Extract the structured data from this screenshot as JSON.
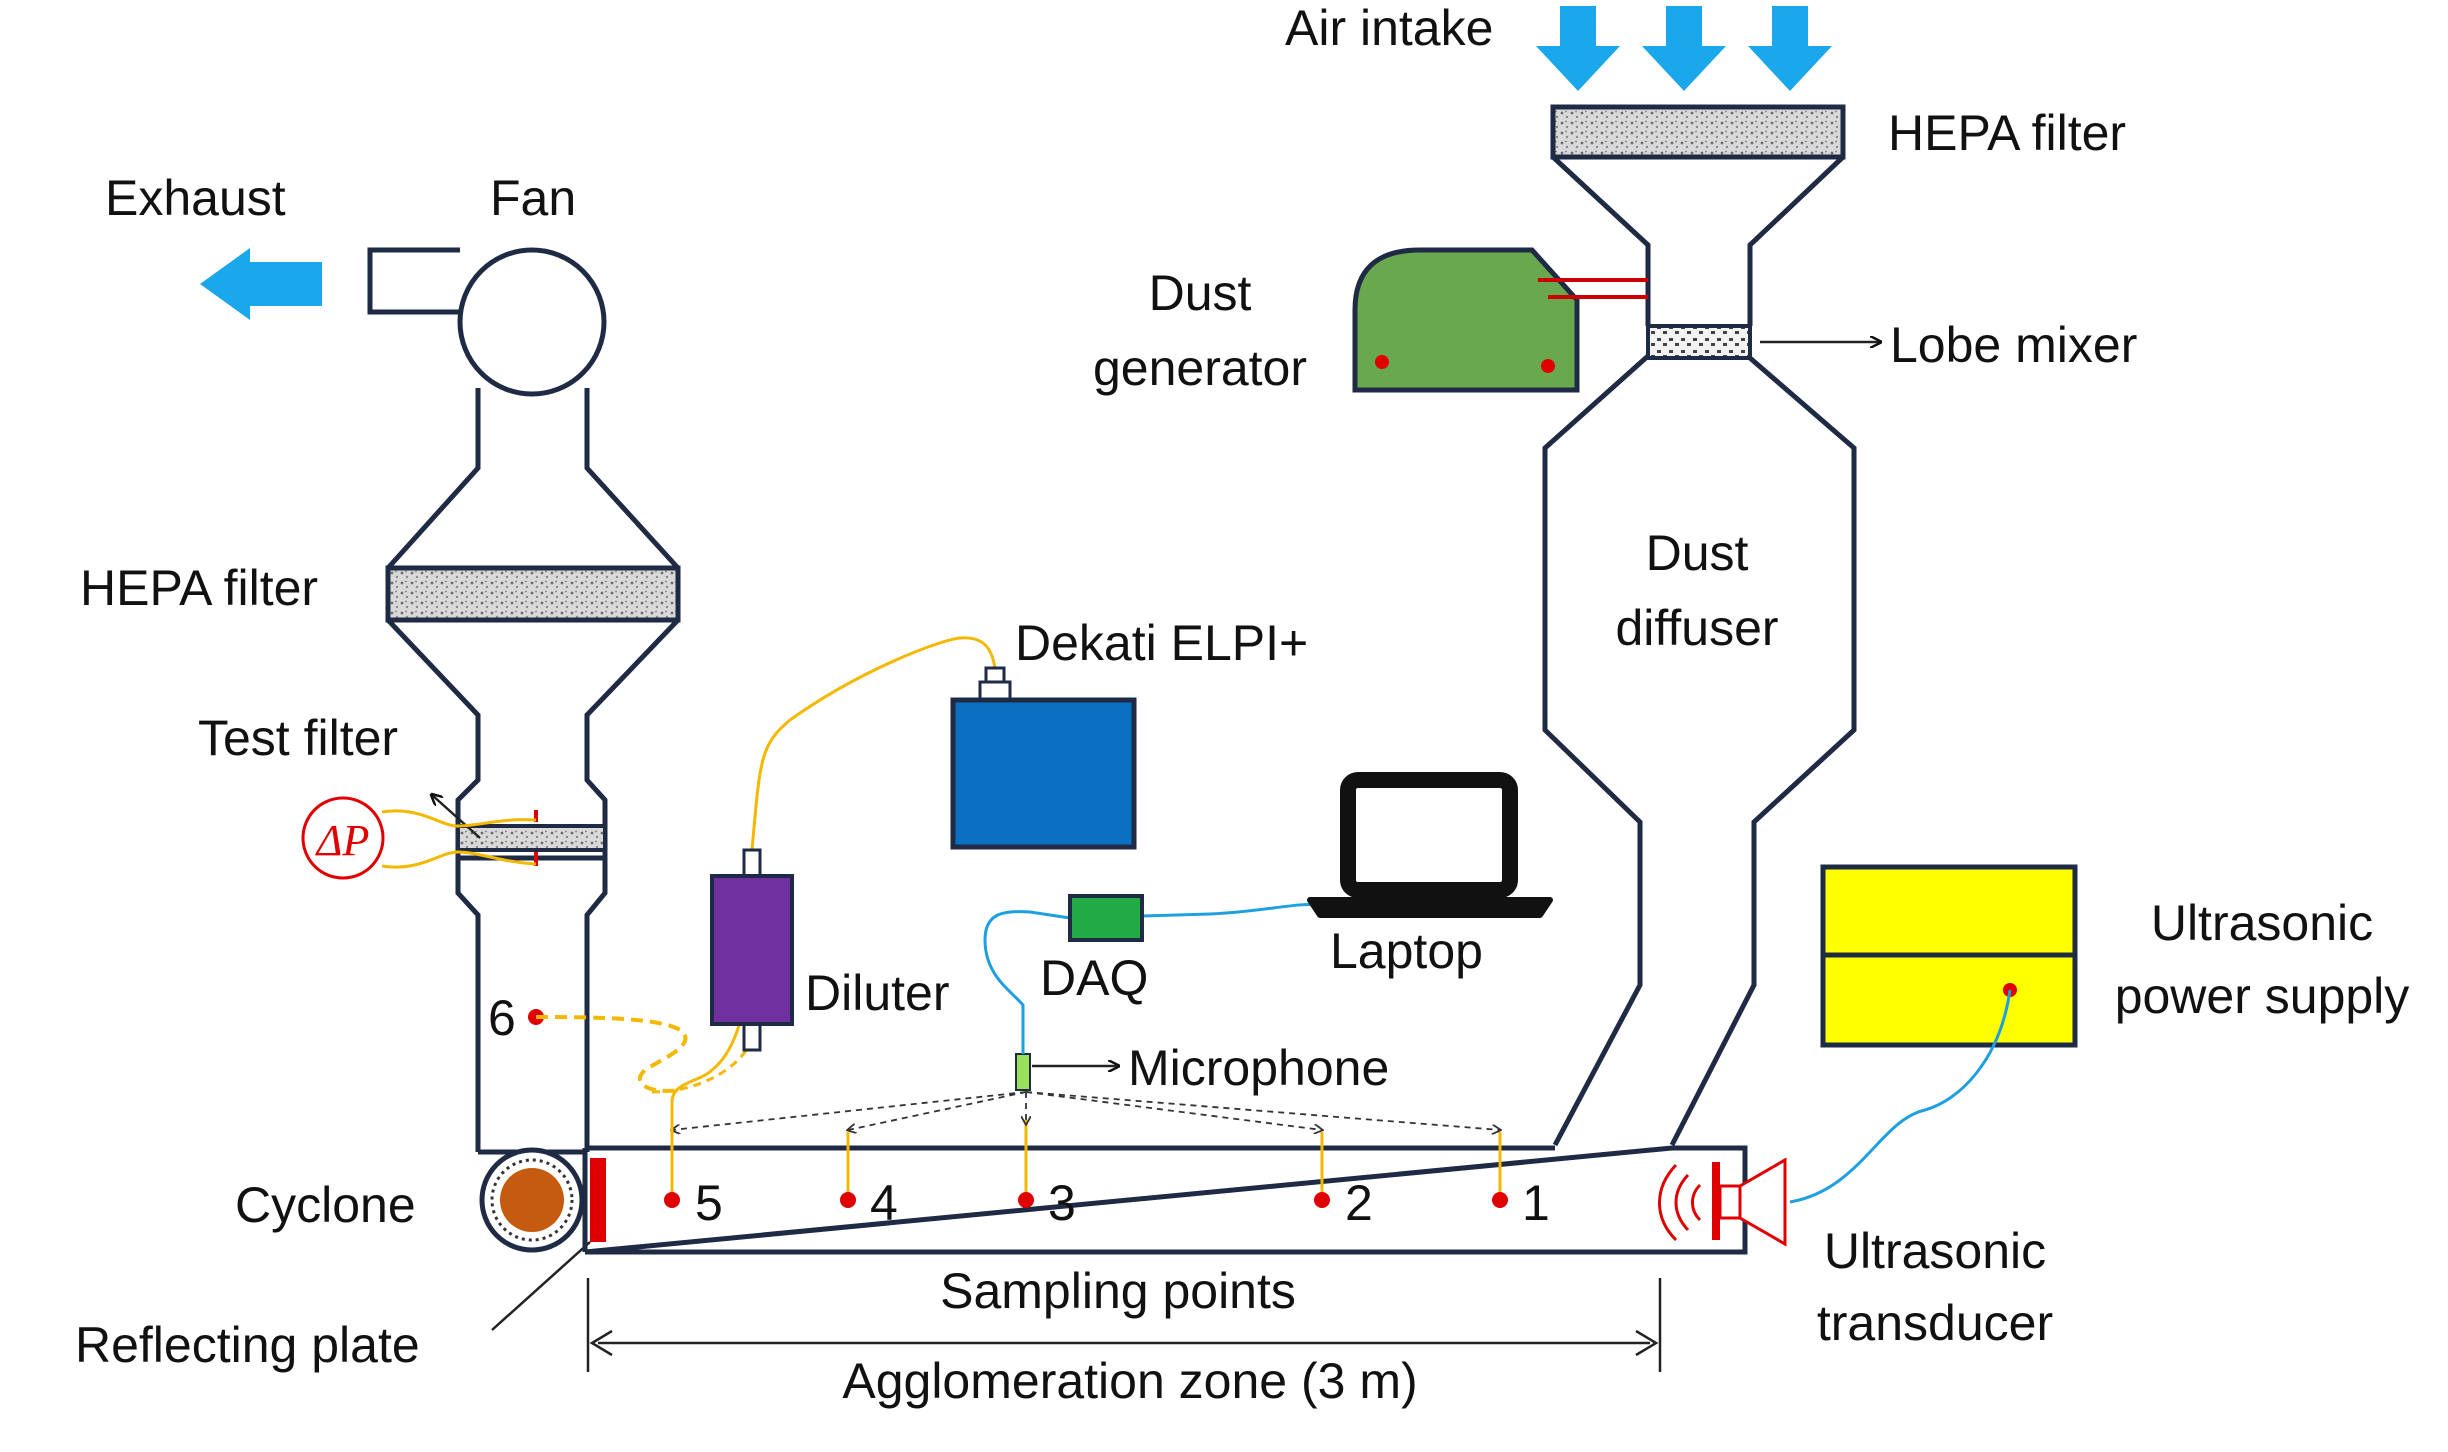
{
  "labels": {
    "air_intake": "Air intake",
    "hepa_top": "HEPA filter",
    "exhaust": "Exhaust",
    "fan": "Fan",
    "dust_generator_1": "Dust",
    "dust_generator_2": "generator",
    "lobe_mixer": "Lobe mixer",
    "hepa_left": "HEPA filter",
    "dust_diffuser_1": "Dust",
    "dust_diffuser_2": "diffuser",
    "dekati": "Dekati ELPI+",
    "test_filter": "Test filter",
    "delta_p": "ΔP",
    "laptop": "Laptop",
    "daq": "DAQ",
    "diluter": "Diluter",
    "ultrasonic_ps_1": "Ultrasonic",
    "ultrasonic_ps_2": "power supply",
    "microphone": "Microphone",
    "point_6": "6",
    "point_5": "5",
    "point_4": "4",
    "point_3": "3",
    "point_2": "2",
    "point_1": "1",
    "cyclone": "Cyclone",
    "ultrasonic_tr_1": "Ultrasonic",
    "ultrasonic_tr_2": "transducer",
    "sampling_points": "Sampling points",
    "reflecting_plate": "Reflecting plate",
    "agglomeration_zone": "Agglomeration zone (3 m)"
  },
  "colors": {
    "arrow_blue": "#1aa7ec",
    "duct": "#1f2a44",
    "filter_fill": "#cfcfcf",
    "dust_generator": "#6aa84f",
    "elpi": "#0b6fc2",
    "daq": "#22aa44",
    "diluter": "#7030a0",
    "power_supply": "#ffff00",
    "sample_line": "#f5b800",
    "signal_line": "#1ea0e0",
    "red_point": "#e00000",
    "cyclone_core": "#c55a11"
  }
}
